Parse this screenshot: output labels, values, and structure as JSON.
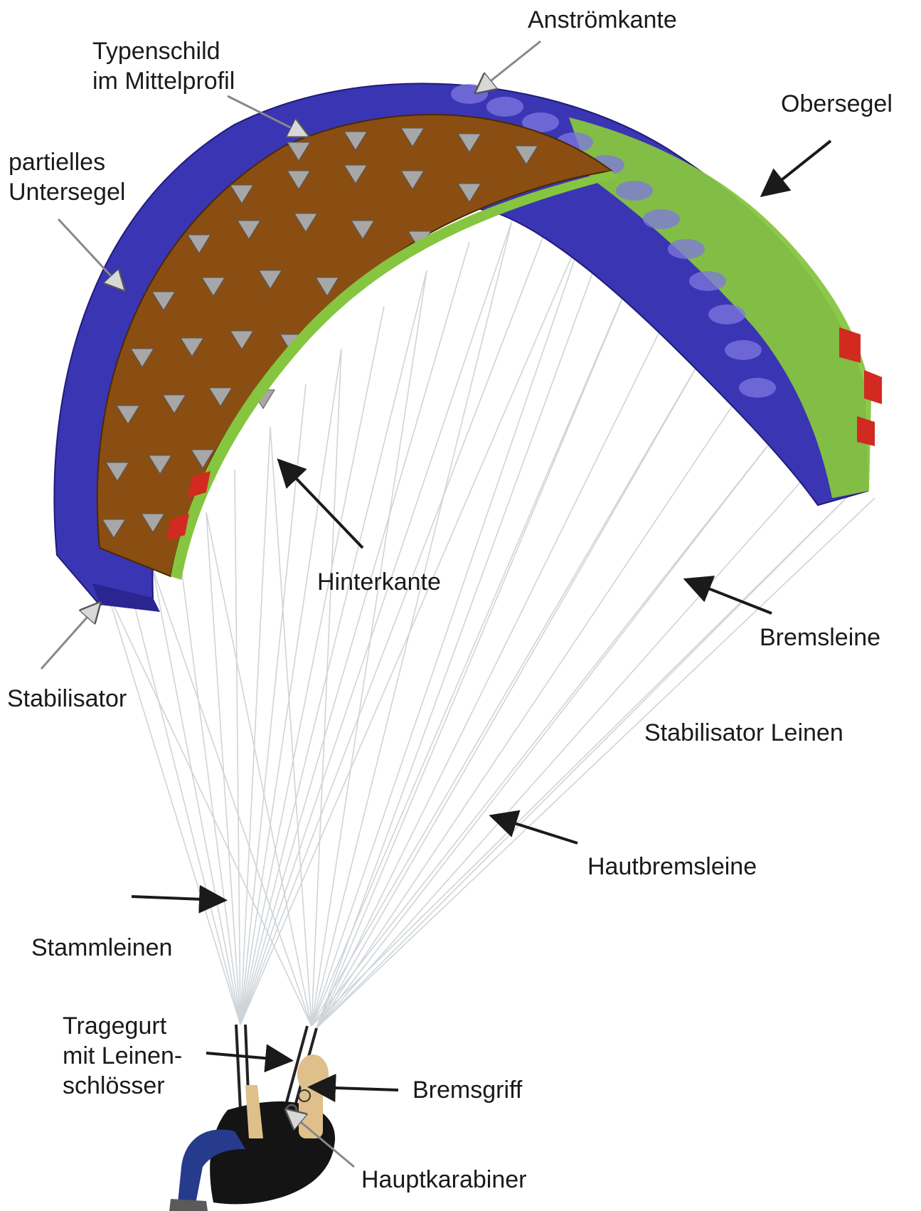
{
  "labels": {
    "leading_edge": "Anströmkante",
    "nameplate_line1": "Typenschild",
    "nameplate_line2": "im Mittelprofil",
    "top_sail": "Obersegel",
    "partial_bottom_line1": "partielles",
    "partial_bottom_line2": "Untersegel",
    "trailing_edge": "Hinterkante",
    "brake_line": "Bremsleine",
    "stabilizer": "Stabilisator",
    "stabilizer_lines": "Stabilisator Leinen",
    "skin_brake_line": "Hautbremsleine",
    "main_lines": "Stammleinen",
    "riser_line1": "Tragegurt",
    "riser_line2": "mit Leinen-",
    "riser_line3": "schlösser",
    "brake_handle": "Bremsgriff",
    "main_carabiner": "Hauptkarabiner"
  },
  "colors": {
    "canopy_blue": "#3a35b3",
    "canopy_green": "#86c540",
    "underside_brown": "#8a4e12",
    "rib_triangle_grey": "#a7a7a7",
    "accent_red": "#d22a20",
    "line_grey": "#cfd4d8",
    "pilot_skin": "#e0c08a",
    "pilot_pants": "#263b8c",
    "harness_black": "#141414",
    "arrow_black": "#1a1a1a",
    "arrow_white_fill": "#d8d8d8"
  }
}
